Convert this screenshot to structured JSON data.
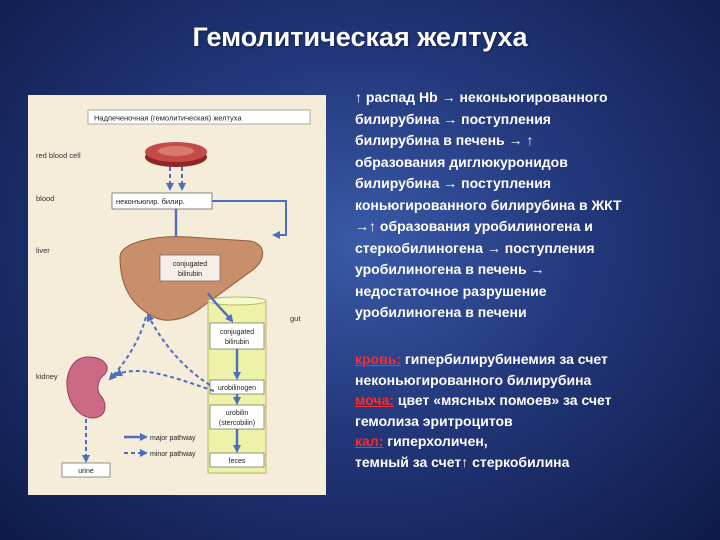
{
  "slide": {
    "title": "Гемолитическая желтуха"
  },
  "diagram": {
    "header": "Надпеченочная (гемолитическая) желтуха",
    "row_labels": {
      "red_blood_cell": "red blood cell",
      "blood": "blood",
      "liver": "liver",
      "gut": "gut",
      "kidney": "kidney"
    },
    "boxes": {
      "unconjugated": "неконъюгир. билир.",
      "conjugated_liver_1": "conjugated",
      "conjugated_liver_2": "bilirubin",
      "conjugated_gut_1": "conjugated",
      "conjugated_gut_2": "bilirubin",
      "urobilinogen": "urobilinogen",
      "urobilin_1": "urobilin",
      "urobilin_2": "(stercobilin)",
      "feces": "feces",
      "urine": "urine"
    },
    "legend": {
      "major": "major pathway",
      "minor": "minor pathway"
    },
    "colors": {
      "background": "#f5ecd9",
      "liver": "#c98f6b",
      "kidney": "#cc6a86",
      "blood_cell": "#c54a4a",
      "pathway": "#4a6fc1",
      "gut": "#eef2a8"
    }
  },
  "description_lines": [
    "распад Hb → неконьюгированного",
    "билирубина → поступления",
    "билирубина в печень →",
    "образования диглюкуронидов",
    "билирубина → поступления",
    "коньюгированного билирубина в ЖКТ",
    "образования уробилиногена и",
    "стеркобилиногена → поступления",
    "уробилиногена в печень →",
    "недостаточное разрушение",
    "уробилиногена в печени"
  ],
  "findings": {
    "blood_label": "кровь:",
    "blood_text": " гипербилирубинемия за счет",
    "blood_text_2": "неконьюгированного билирубина",
    "urine_label": "моча:",
    "urine_text": " цвет «мясных помоев» за счет",
    "urine_text_2": "гемолиза эритроцитов",
    "stool_label": "кал:",
    "stool_text": " гиперхоличен,",
    "stool_text_2": "темный за счет",
    "stool_text_3": " стеркобилина"
  }
}
